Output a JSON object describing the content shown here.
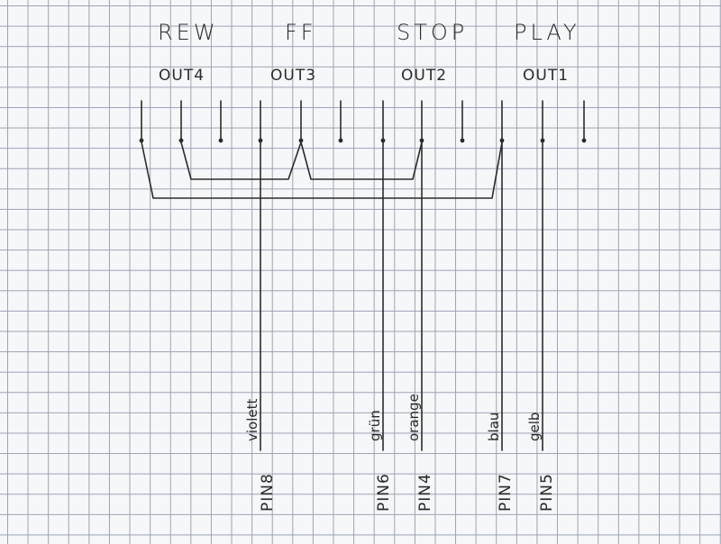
{
  "buttons": [
    "REW",
    "FF",
    "STOP",
    "PLAY"
  ],
  "outputs": [
    "OUT4",
    "OUT3",
    "OUT2",
    "OUT1"
  ],
  "wires": [
    {
      "pin": "PIN8",
      "color": "violett"
    },
    {
      "pin": "PIN6",
      "color": "grün"
    },
    {
      "pin": "PIN4",
      "color": "orange"
    },
    {
      "pin": "PIN7",
      "color": "blau"
    },
    {
      "pin": "PIN5",
      "color": "gelb"
    }
  ]
}
